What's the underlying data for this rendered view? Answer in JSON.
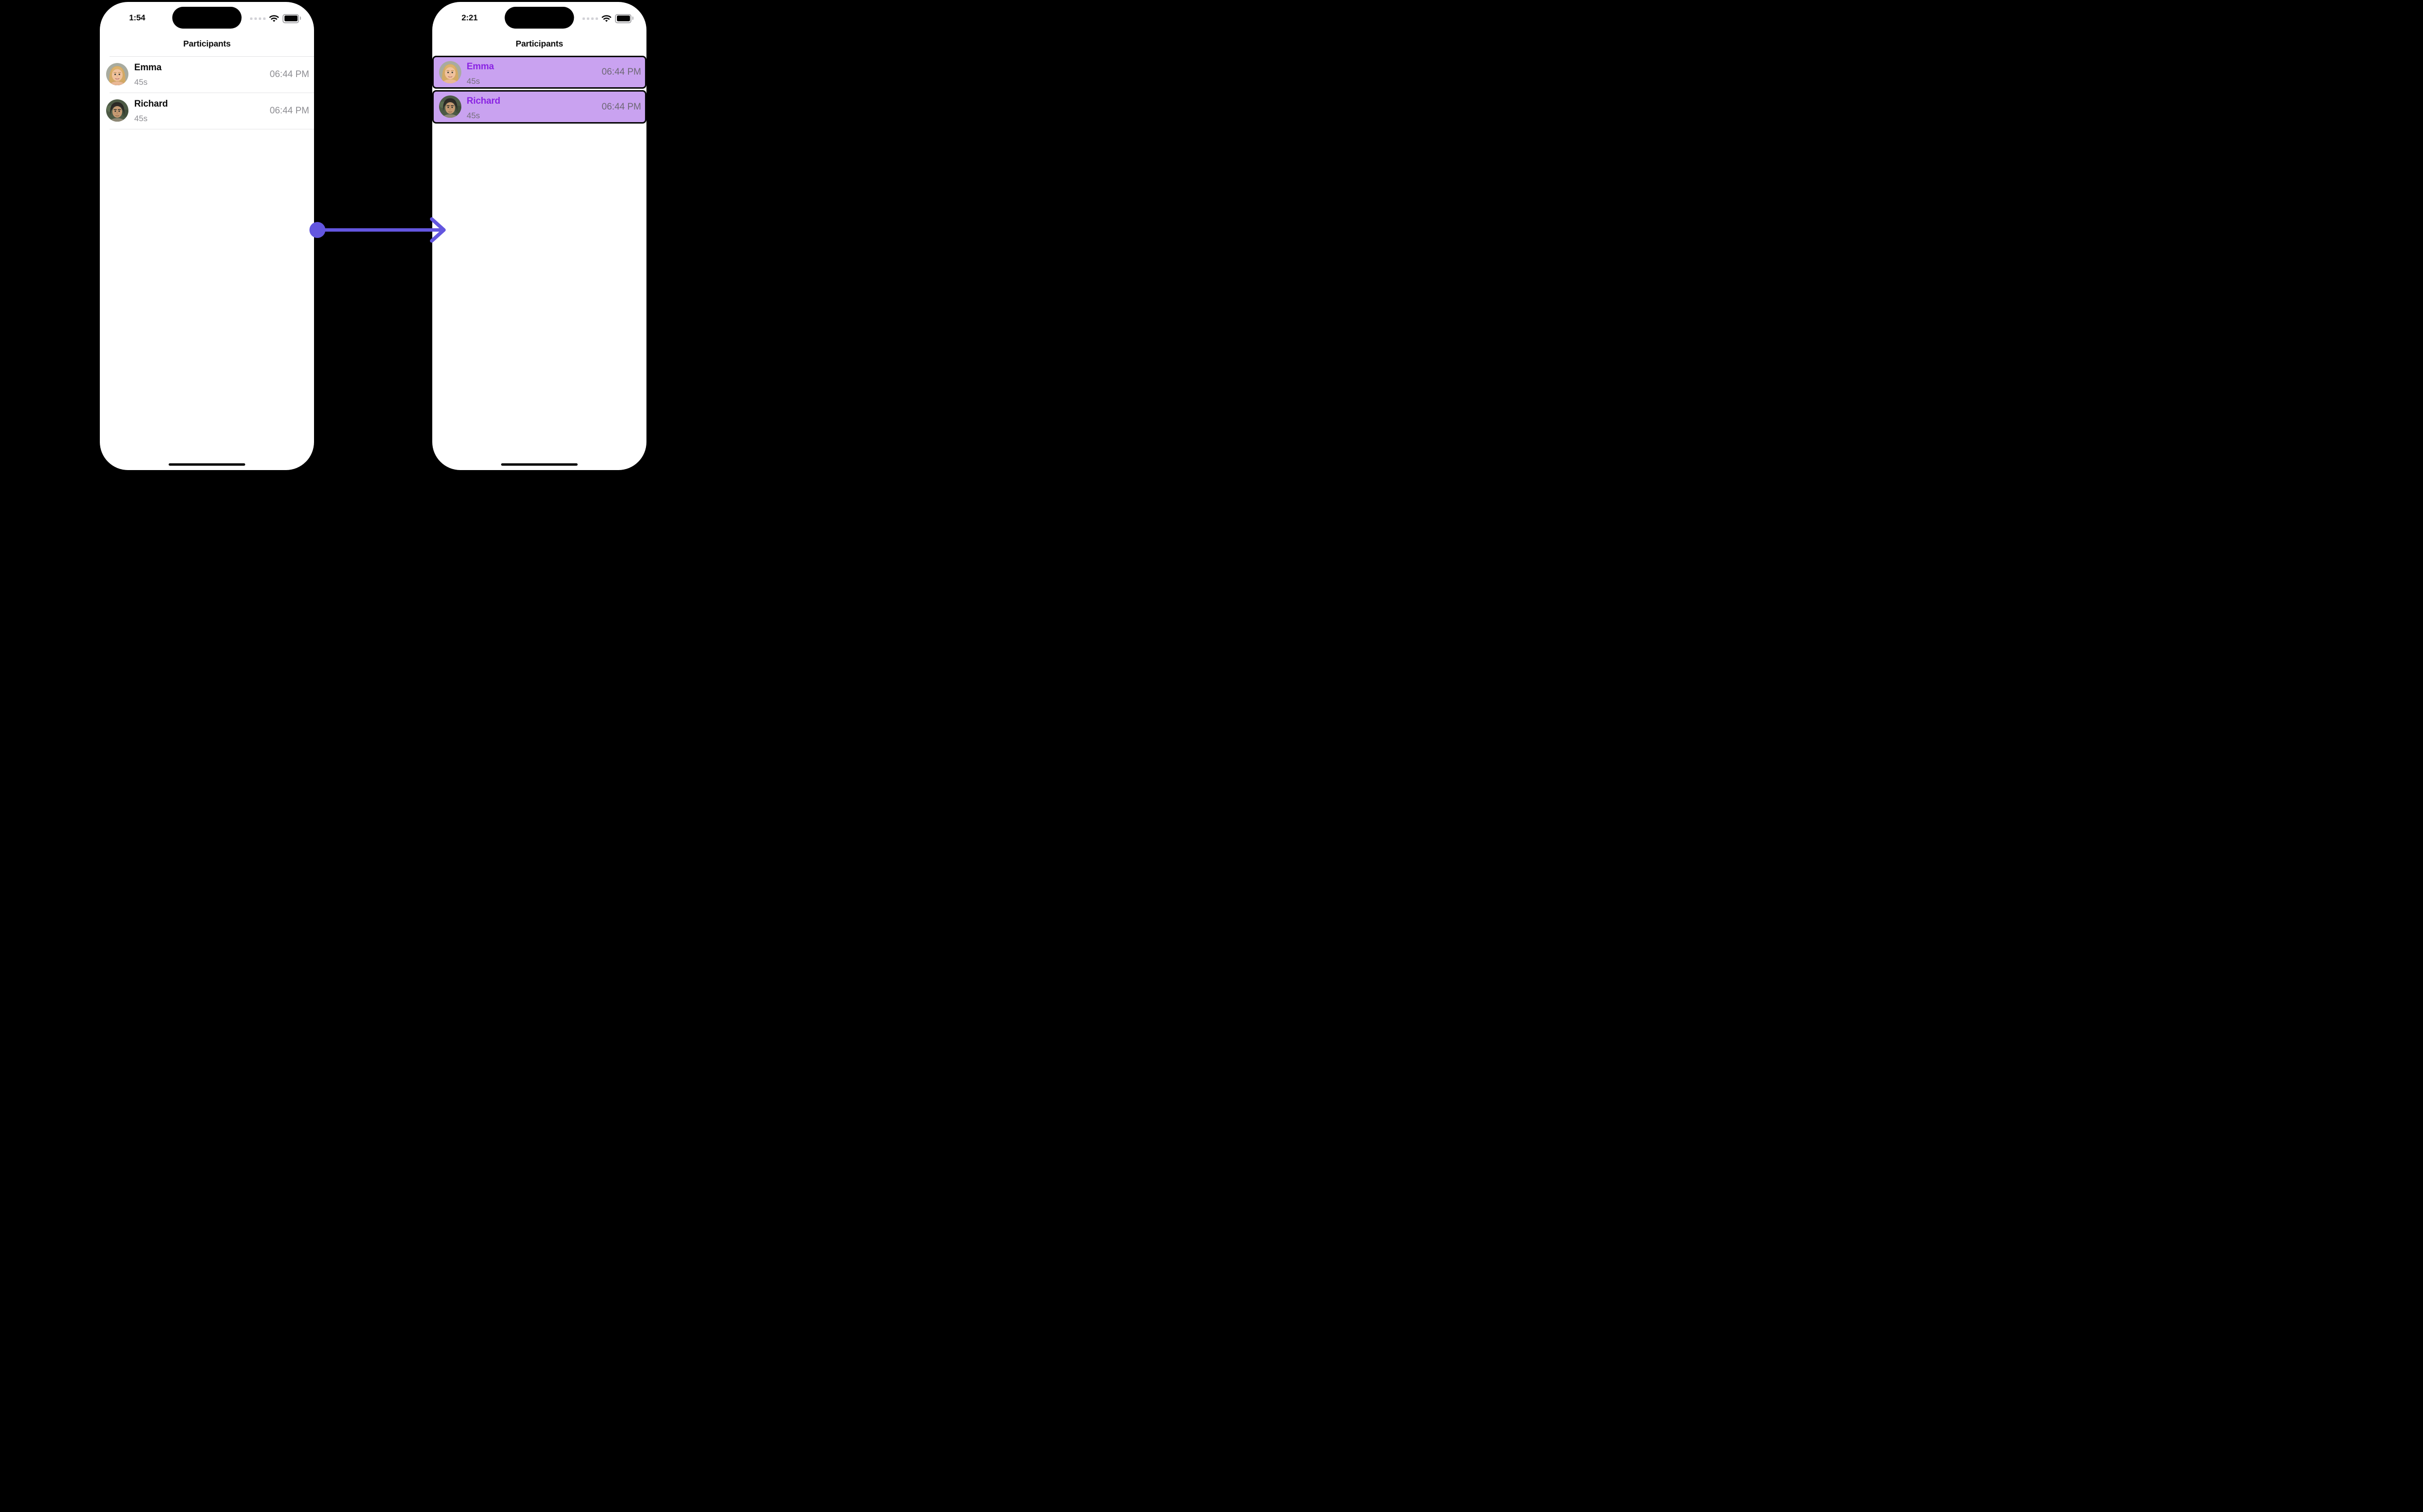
{
  "colors": {
    "accent_purple": "#8A24E3",
    "row_highlight_purple": "#C9A2F0",
    "arrow_indigo": "#6356DF",
    "secondary_gray": "#8E8E93"
  },
  "left_phone": {
    "status_time": "1:54",
    "title": "Participants",
    "rows": [
      {
        "name": "Emma",
        "duration": "45s",
        "time": "06:44 PM"
      },
      {
        "name": "Richard",
        "duration": "45s",
        "time": "06:44 PM"
      }
    ]
  },
  "right_phone": {
    "status_time": "2:21",
    "title": "Participants",
    "rows": [
      {
        "name": "Emma",
        "duration": "45s",
        "time": "06:44 PM"
      },
      {
        "name": "Richard",
        "duration": "45s",
        "time": "06:44 PM"
      }
    ]
  }
}
